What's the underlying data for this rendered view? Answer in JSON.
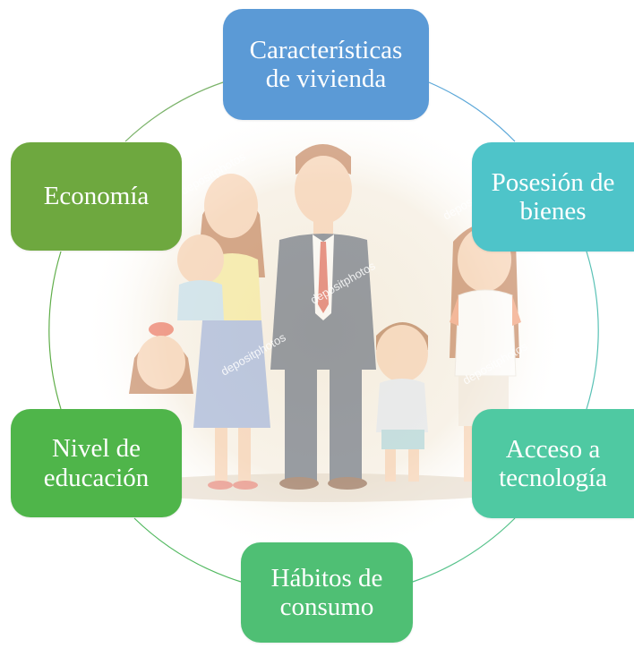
{
  "diagram": {
    "nodes": [
      {
        "id": "vivienda",
        "label": "Características\nde vivienda",
        "color": "#5b9ad6"
      },
      {
        "id": "bienes",
        "label": "Posesión de\nbienes",
        "color": "#4ec4c9"
      },
      {
        "id": "tecnologia",
        "label": "Acceso a\ntecnología",
        "color": "#4fc9a2"
      },
      {
        "id": "habitos",
        "label": "Hábitos de\nconsumo",
        "color": "#4fbf74"
      },
      {
        "id": "educacion",
        "label": "Nivel de\neducación",
        "color": "#4fb54a"
      },
      {
        "id": "economia",
        "label": "Economía",
        "color": "#6ea83f"
      }
    ],
    "center_image": "family-illustration",
    "watermark": "depositphotos"
  }
}
